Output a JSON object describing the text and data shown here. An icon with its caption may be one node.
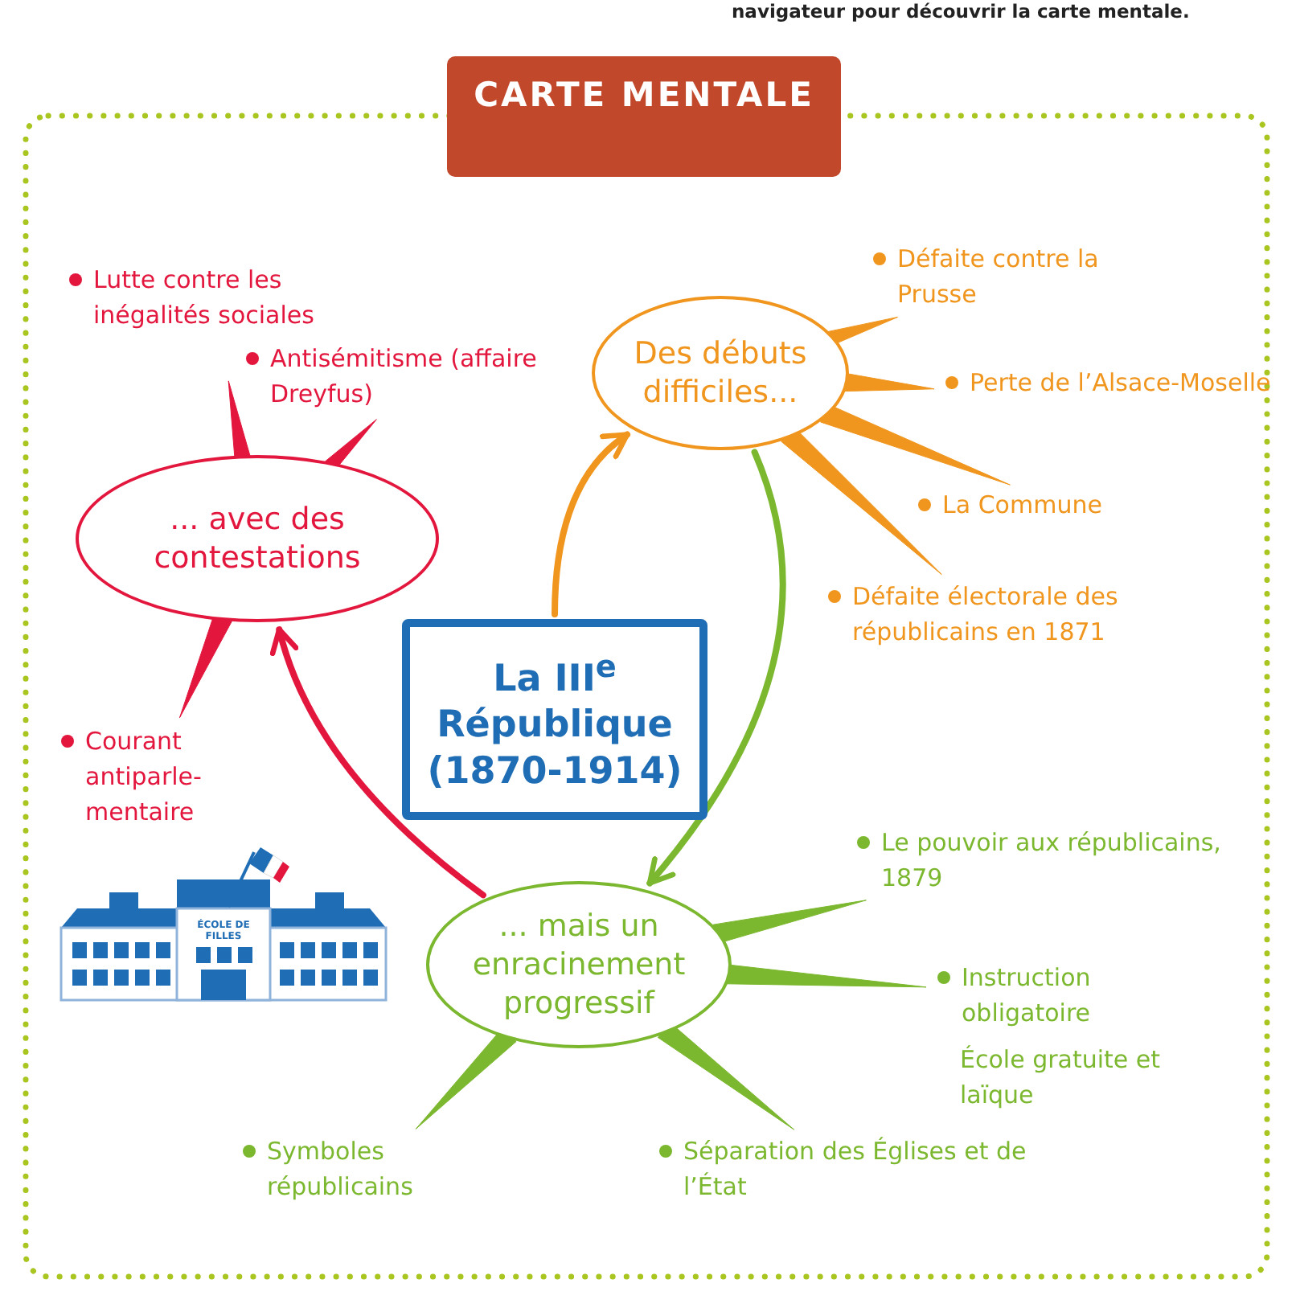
{
  "diagram": {
    "title": "CARTE MENTALE",
    "nodes": [
      {
        "text": [
          "La III$^{e}$ République (1870-1914)"
        ]
      },
      {
        "text": [
          "Des débuts difficiles..."
        ]
      },
      {
        "text": [
          "... avec des contestations"
        ]
      },
      {
        "text": [
          "... mais un enracinement progressif"
        ]
      },
      {
        "text": [
          "Défaite contre la Prusse"
        ]
      },
      {
        "text": [
          "Perte de l’Alsace-Moselle"
        ]
      },
      {
        "text": [
          "La Commune"
        ]
      },
      {
        "text": [
          "Défaite électorale des républicains en 1871"
        ]
      },
      {
        "text": [
          "Lutte contre les inégalités sociales"
        ]
      },
      {
        "text": [
          "Antisémitisme (affaire Dreyfus)"
        ]
      },
      {
        "text": [
          "Courant antiparle-mentaire"
        ]
      },
      {
        "text": [
          "Le pouvoir aux républicains, 1879"
        ]
      },
      {
        "text": [
          "Instruction obligatoire"
        ],
        "beside": [
          "École gratuite et laïque"
        ]
      },
      {
        "text": [
          "Séparation des Églises et de l’État"
        ]
      },
      {
        "text": [
          "Symboles républicains"
        ]
      }
    ],
    "edges": [
      {
        "from": 0,
        "to": 1,
        "arrow": "to",
        "color": "#f0961e"
      },
      {
        "from": 1,
        "to": 3,
        "arrow": "to",
        "color": "#7cb82f"
      },
      {
        "from": 3,
        "to": 2,
        "arrow": "to",
        "color": "#e3173e"
      },
      {
        "from": 1,
        "to": 4,
        "arrow": "none",
        "color": "#f0961e"
      },
      {
        "from": 1,
        "to": 5,
        "arrow": "none",
        "color": "#f0961e"
      },
      {
        "from": 1,
        "to": 6,
        "arrow": "none",
        "color": "#f0961e"
      },
      {
        "from": 1,
        "to": 7,
        "arrow": "none",
        "color": "#f0961e"
      },
      {
        "from": 2,
        "to": 8,
        "arrow": "none",
        "color": "#e3173e"
      },
      {
        "from": 2,
        "to": 9,
        "arrow": "none",
        "color": "#e3173e"
      },
      {
        "from": 2,
        "to": 10,
        "arrow": "none",
        "color": "#e3173e"
      },
      {
        "from": 3,
        "to": 11,
        "arrow": "none",
        "color": "#7cb82f"
      },
      {
        "from": 3,
        "to": 12,
        "arrow": "none",
        "color": "#7cb82f"
      },
      {
        "from": 3,
        "to": 13,
        "arrow": "none",
        "color": "#7cb82f"
      },
      {
        "from": 3,
        "to": 14,
        "arrow": "none",
        "color": "#7cb82f"
      }
    ],
    "labels": [
      "navigateur pour découvrir la carte mentale.",
      "ÉCOLE DE FILLES"
    ]
  }
}
